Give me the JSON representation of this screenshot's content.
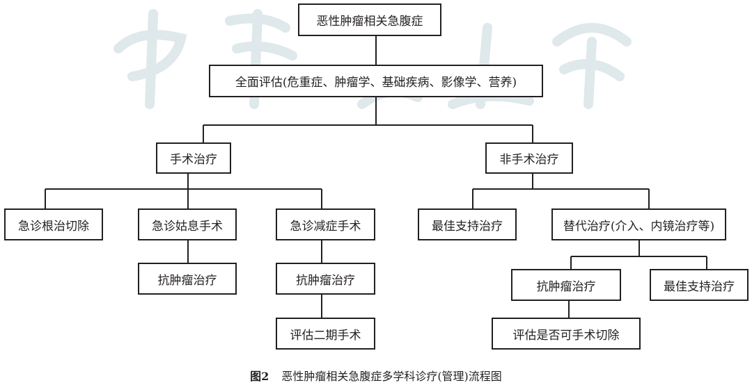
{
  "watermark": [
    "中",
    "华",
    "医",
    "学",
    "会"
  ],
  "nodes": {
    "root": "恶性肿瘤相关急腹症",
    "assessment": "全面评估(危重症、肿瘤学、基础疾病、影像学、营养)",
    "surgical": "手术治疗",
    "non_surgical": "非手术治疗",
    "emergency_radical": "急诊根治切除",
    "emergency_palliative": "急诊姑息手术",
    "emergency_symptom": "急诊减症手术",
    "best_support_1": "最佳支持治疗",
    "alternative": "替代治疗(介入、内镜治疗等)",
    "antitumor_1": "抗肿瘤治疗",
    "antitumor_2": "抗肿瘤治疗",
    "antitumor_3": "抗肿瘤治疗",
    "best_support_2": "最佳支持治疗",
    "second_stage": "评估二期手术",
    "resectability": "评估是否可手术切除"
  },
  "caption": {
    "label": "图2",
    "text": "恶性肿瘤相关急腹症多学科诊疗(管理)流程图"
  }
}
